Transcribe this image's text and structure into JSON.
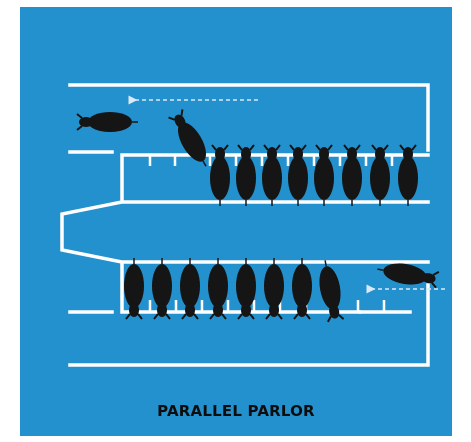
{
  "title": "PARALLEL PARLOR",
  "colors": {
    "background": "#2491cf",
    "lines": "#ffffff",
    "cows": "#151515",
    "arrows": "#dbe8f5"
  },
  "layout": {
    "upper_row_cows": 8,
    "lower_row_cows": 8,
    "entering_cows": 2,
    "exiting_cows": 1
  }
}
